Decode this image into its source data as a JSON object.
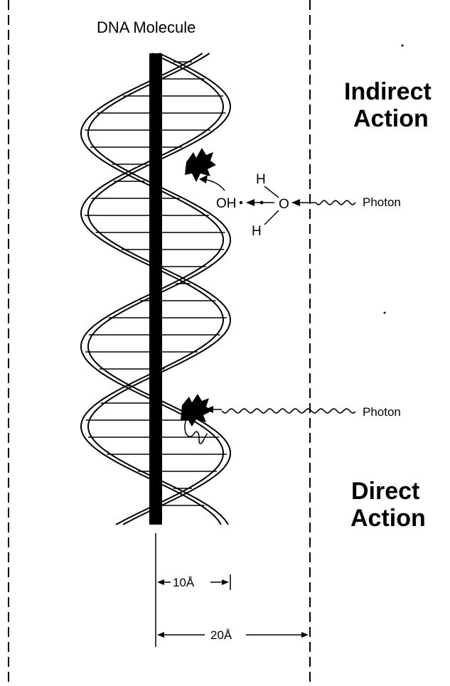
{
  "diagram": {
    "title": "DNA Molecule",
    "indirect_heading": [
      "Indirect",
      "Action"
    ],
    "direct_heading": [
      "Direct",
      "Action"
    ],
    "water": {
      "h_top": "H",
      "h_bottom": "H",
      "o": "O",
      "oh": "OH"
    },
    "photon_indirect": "Photon",
    "photon_direct": "Photon",
    "dim_inner": "10Å",
    "dim_outer": "20Å"
  }
}
